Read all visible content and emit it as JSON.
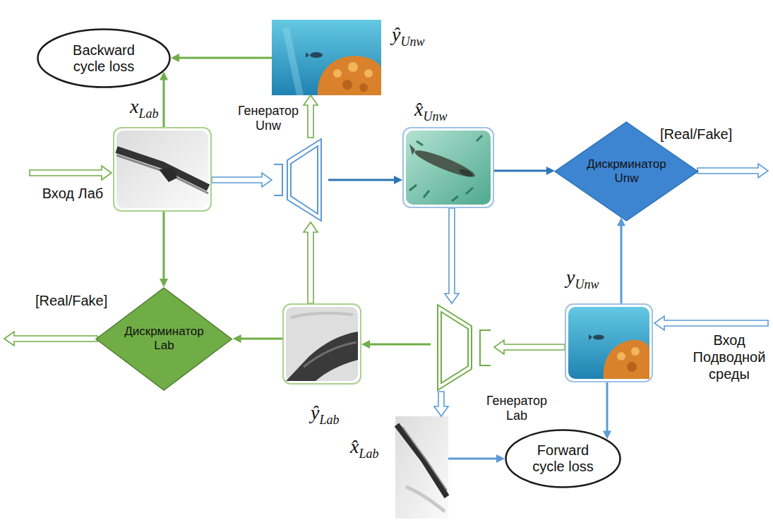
{
  "diagram": {
    "nodes": [
      {
        "text": [
          "Backward cycle loss"
        ]
      },
      {
        "text": [
          "ŷ",
          "Unw"
        ]
      },
      {
        "text": [
          "x",
          "Lab"
        ]
      },
      {
        "text": [
          "Генератор Unw"
        ]
      },
      {
        "text": [
          "x̂",
          "Unw"
        ]
      },
      {
        "text": [
          "Дискрминатор Unw"
        ]
      },
      {
        "text": [
          "ŷ",
          "Lab"
        ]
      },
      {
        "text": [
          "Дискрминатор Lab"
        ]
      },
      {
        "text": [
          "Генератор Lab"
        ]
      },
      {
        "text": [
          "y",
          "Unw"
        ]
      },
      {
        "text": [
          "x̂",
          "Lab"
        ]
      },
      {
        "text": [
          "Forward cycle loss"
        ]
      }
    ],
    "edges": [
      {
        "from": 2,
        "to": 0,
        "arrow": "to"
      },
      {
        "from": 1,
        "to": 0,
        "arrow": "to"
      },
      {
        "from": 2,
        "to": 7,
        "arrow": "to"
      },
      {
        "from": 6,
        "to": 7,
        "arrow": "to"
      },
      {
        "from": 2,
        "to": 3,
        "arrow": "to"
      },
      {
        "from": 3,
        "to": 4,
        "arrow": "to"
      },
      {
        "from": 3,
        "to": 1,
        "arrow": "to"
      },
      {
        "from": 4,
        "to": 5,
        "arrow": "to"
      },
      {
        "from": 9,
        "to": 5,
        "arrow": "to"
      },
      {
        "from": 4,
        "to": 8,
        "arrow": "to"
      },
      {
        "from": 9,
        "to": 8,
        "arrow": "to"
      },
      {
        "from": 8,
        "to": 6,
        "arrow": "to"
      },
      {
        "from": 6,
        "to": 3,
        "arrow": "to"
      },
      {
        "from": 8,
        "to": 10,
        "arrow": "to"
      },
      {
        "from": 10,
        "to": 11,
        "arrow": "to"
      },
      {
        "from": 9,
        "to": 11,
        "arrow": "to"
      }
    ],
    "labels": [
      "Вход Лаб",
      "[Real/Fake]",
      "[Real/Fake]",
      "Вход Подводной среды"
    ]
  }
}
